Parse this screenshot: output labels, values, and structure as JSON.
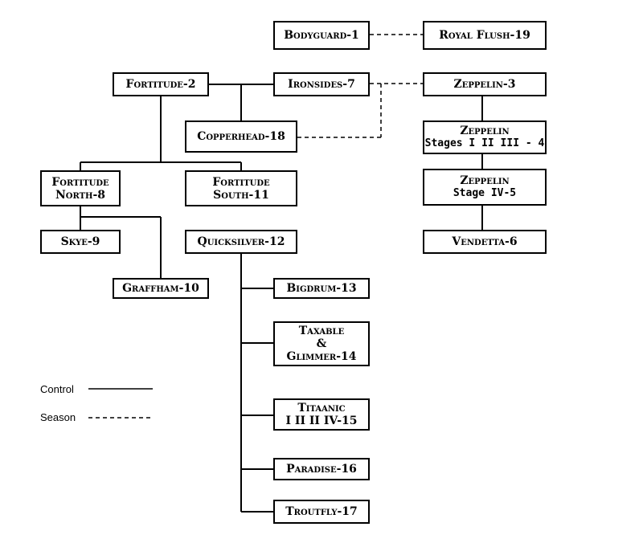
{
  "nodes": {
    "bodyguard": "Bodyguard-1",
    "royal_flush": "Royal Flush-19",
    "fortitude": "Fortitude-2",
    "ironsides": "Ironsides-7",
    "zeppelin": "Zeppelin-3",
    "copperhead": "Copperhead-18",
    "zeppelin_stages": {
      "line1": "Zeppelin",
      "line2": "Stages I II III - 4"
    },
    "fortitude_north": {
      "line1": "Fortitude",
      "line2": "North-8"
    },
    "fortitude_south": {
      "line1": "Fortitude",
      "line2": "South-11"
    },
    "zeppelin_iv": {
      "line1": "Zeppelin",
      "line2": "Stage IV-5"
    },
    "skye": "Skye-9",
    "quicksilver": "Quicksilver-12",
    "vendetta": "Vendetta-6",
    "graffham": "Graffham-10",
    "bigdrum": "Bigdrum-13",
    "taxable": {
      "line1": "Taxable",
      "line2": "&",
      "line3": "Glimmer-14"
    },
    "titanic": {
      "line1": "Titaanic",
      "line2": "I II II IV-15"
    },
    "paradise": "Paradise-16",
    "troutfly": "Troutfly-17"
  },
  "legend": {
    "control": "Control",
    "season": "Season"
  }
}
